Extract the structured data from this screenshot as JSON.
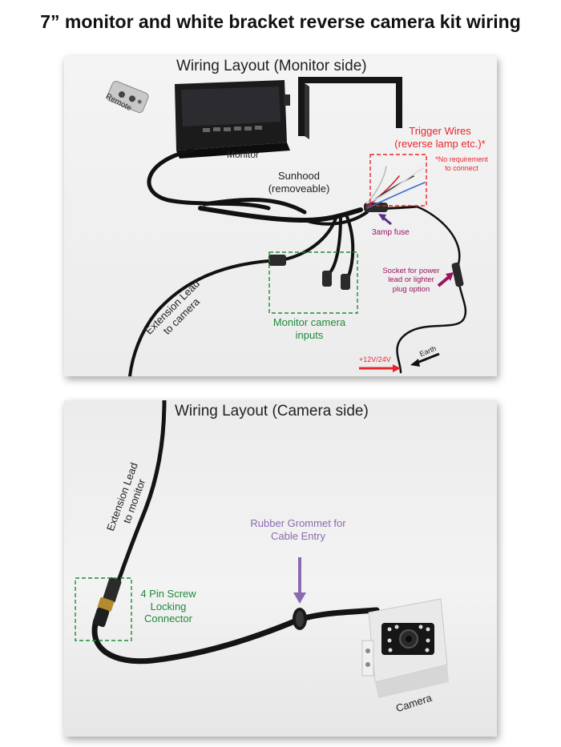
{
  "title": "7” monitor and white bracket reverse camera kit wiring",
  "monitor_side": {
    "heading": "Wiring Layout (Monitor side)",
    "remote": "Remote",
    "monitor": "Monitor",
    "sunhood": "Sunhood\n(removeable)",
    "trigger_wires": "Trigger Wires\n(reverse lamp etc.)*",
    "no_requirement": "*No requirement\nto connect",
    "fuse": "3amp fuse",
    "socket": "Socket for power\nlead or lighter\nplug option",
    "extension_lead": "Extension Lead\nto camera",
    "camera_inputs": "Monitor camera\ninputs",
    "power": "+12V/24V",
    "earth": "Earth"
  },
  "camera_side": {
    "heading": "Wiring Layout (Camera side)",
    "extension_lead": "Extension Lead\nto monitor",
    "grommet": "Rubber Grommet for\nCable Entry",
    "connector": "4 Pin Screw\nLocking\nConnector",
    "camera": "Camera"
  },
  "colors": {
    "red": "#e8262b",
    "green": "#1f8a3a",
    "purple": "#9a1561",
    "violet": "#8a6bb0"
  }
}
